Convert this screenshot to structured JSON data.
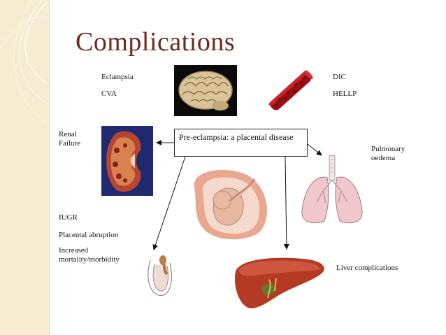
{
  "title": "Complications",
  "center_box": "Pre-eclampsia: a placental disease",
  "labels": {
    "eclampsia": "Eclampsia",
    "cva": "CVA",
    "dic": "DIC",
    "hellp": "HELLP",
    "renal_failure": "Renal Failure",
    "pulmonary_oedema": "Pulmonary oedema",
    "iugr": "IUGR",
    "placental_abruption": "Placental abruption",
    "increased_mortality": "Increased mortality/morbidity",
    "liver_complications": "Liver complications"
  },
  "images": [
    "brain",
    "blood-vessel",
    "kidney",
    "uterus-fetus",
    "lungs",
    "placenta-cord",
    "liver"
  ],
  "colors": {
    "title": "#6b2a1c",
    "side_panel": "#f6ecd2"
  }
}
